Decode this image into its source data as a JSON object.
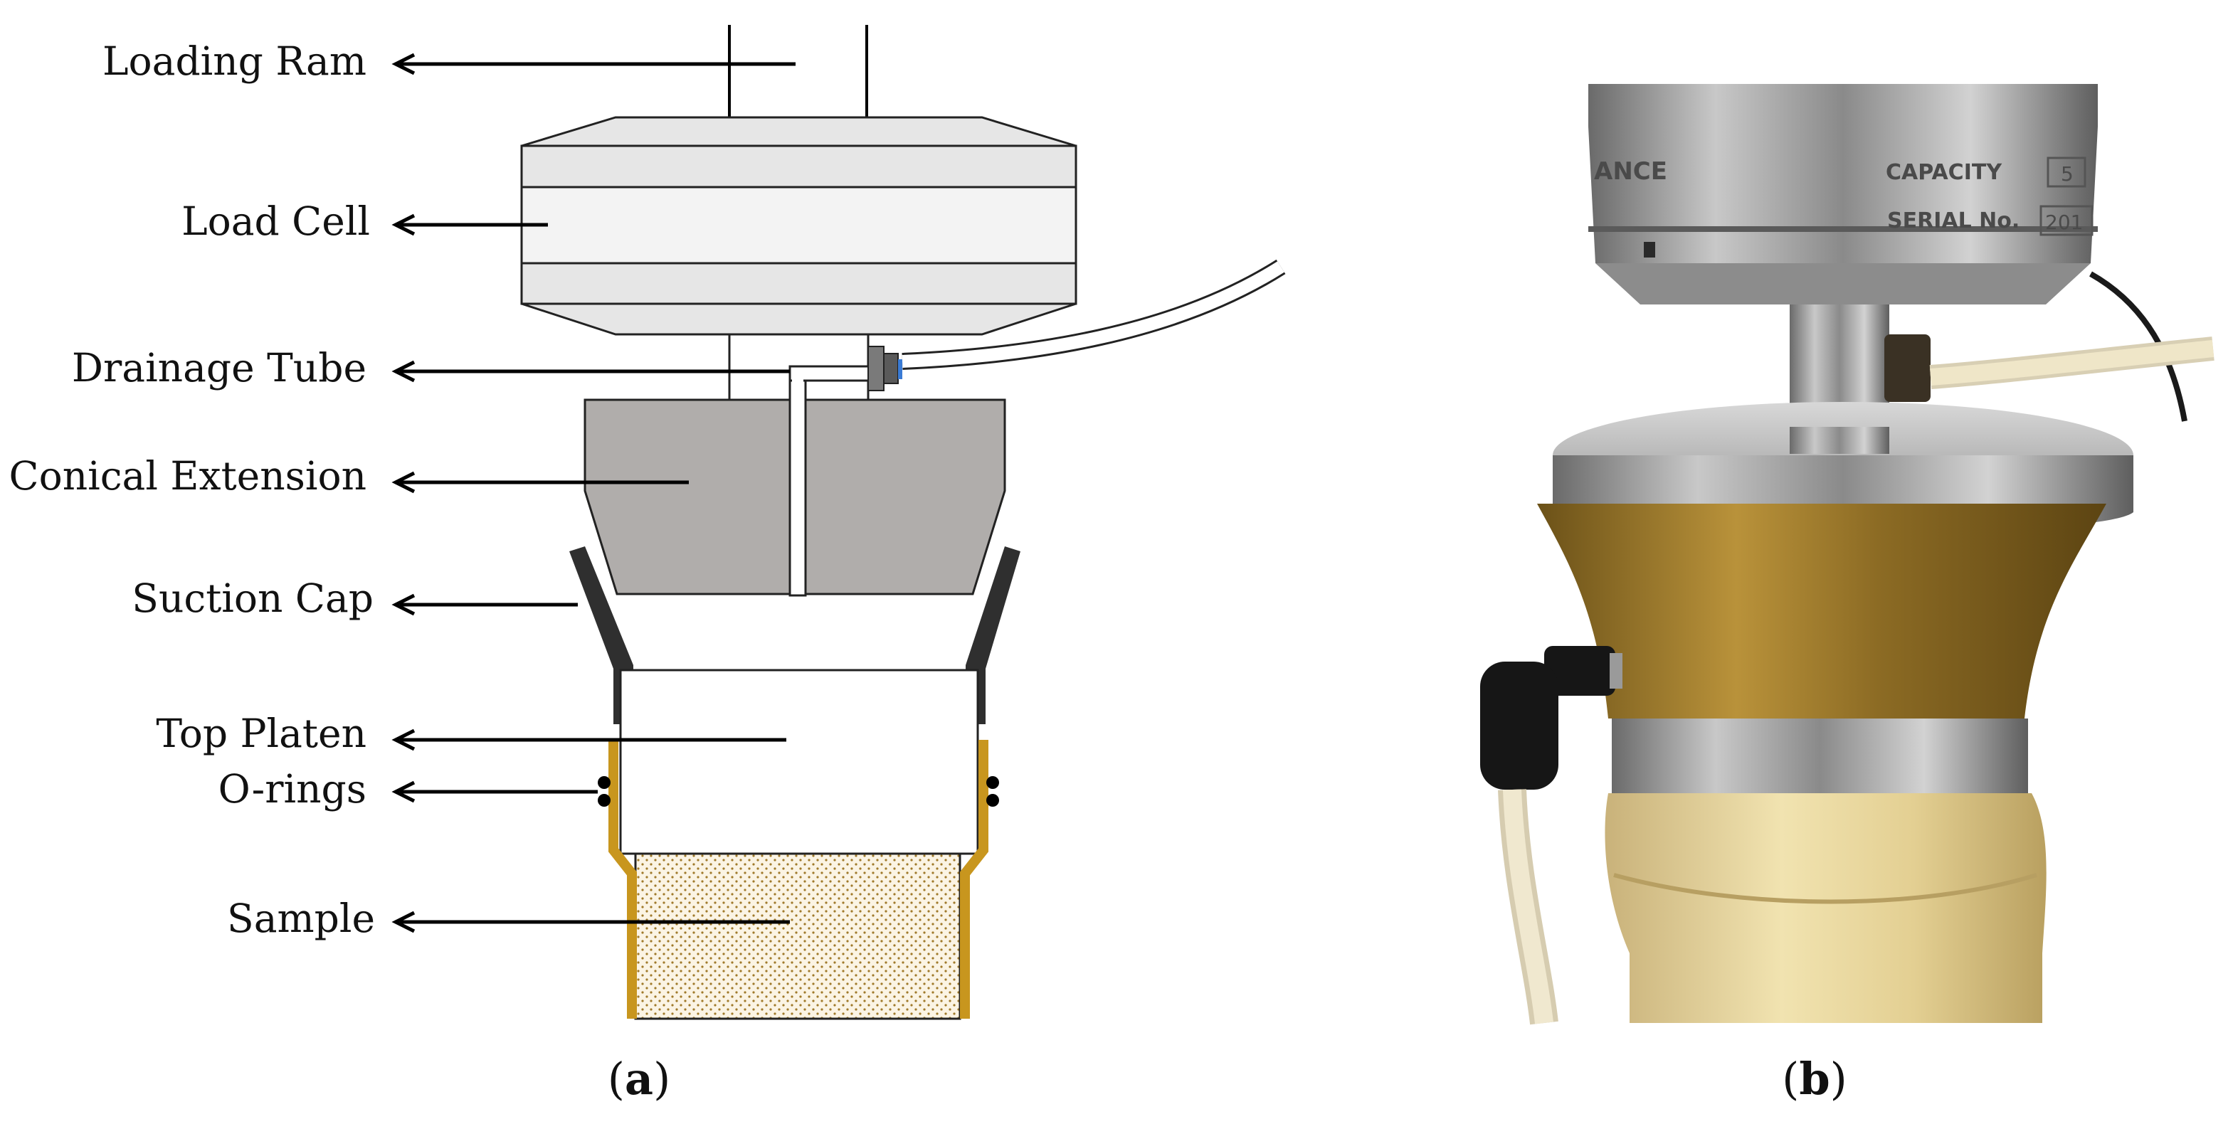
{
  "diagram": {
    "labels": {
      "loading_ram": "Loading Ram",
      "load_cell": "Load Cell",
      "drainage_tube": "Drainage Tube",
      "conical_extension": "Conical Extension",
      "suction_cap": "Suction Cap",
      "top_platen": "Top Platen",
      "o_rings": "O-rings",
      "sample": "Sample"
    },
    "colors": {
      "load_cell_band": "#e6e6e6",
      "load_cell_mid": "#f3f3f3",
      "conical_extension": "#b0adab",
      "suction_cap": "#2f2f2f",
      "membrane": "#c8961e",
      "sample_fill": "#fbf4e4",
      "sample_dots": "#a07a2a",
      "fitting_accent": "#3a7bd5"
    }
  },
  "photo": {
    "nameplate": {
      "brand_fragment": "ANCE",
      "capacity_label": "CAPACITY",
      "serial_label": "SERIAL No.",
      "capacity_value": "5",
      "serial_value": "201"
    },
    "colors": {
      "steel": "#9a9a9a",
      "brass": "#a07c2e",
      "sleeve": "#e6d398",
      "tube": "#efe6c8"
    }
  },
  "captions": {
    "a": {
      "open": "(",
      "letter": "a",
      "close": ")"
    },
    "b": {
      "open": "(",
      "letter": "b",
      "close": ")"
    }
  }
}
